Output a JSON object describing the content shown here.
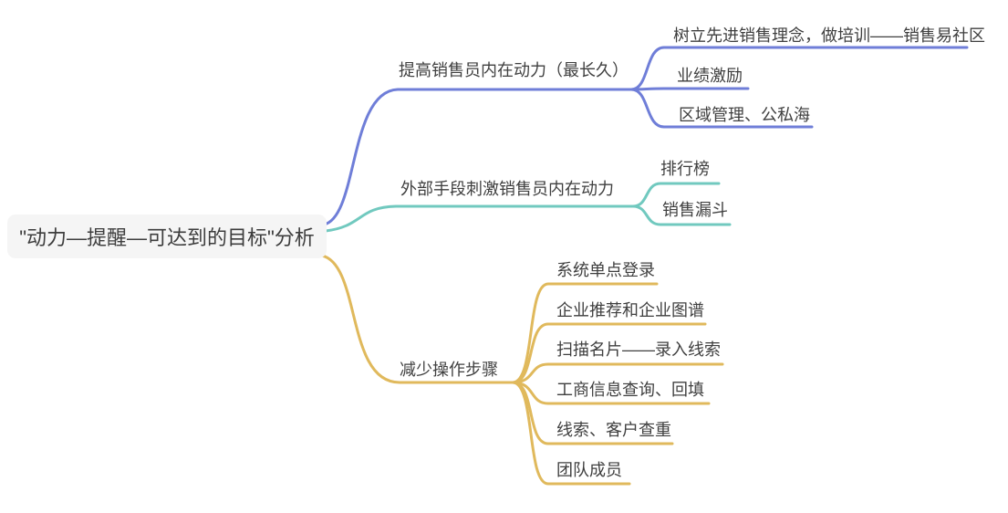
{
  "diagram": {
    "type": "mindmap",
    "background_color": "#ffffff",
    "root": {
      "label": "\"动力—提醒—可达到的目标\"分析",
      "fill": "#f5f5f5",
      "text_color": "#3d3d3d"
    },
    "branches": [
      {
        "label": "提高销售员内在动力（最长久）",
        "color": "#6f7ed8",
        "children": [
          "树立先进销售理念，做培训——销售易社区",
          "业绩激励",
          "区域管理、公私海"
        ]
      },
      {
        "label": "外部手段刺激销售员内在动力",
        "color": "#71c9bf",
        "children": [
          "排行榜",
          "销售漏斗"
        ]
      },
      {
        "label": "减少操作步骤",
        "color": "#e0b95c",
        "children": [
          "系统单点登录",
          "企业推荐和企业图谱",
          "扫描名片——录入线索",
          "工商信息查询、回填",
          "线索、客户查重",
          "团队成员"
        ]
      }
    ]
  }
}
